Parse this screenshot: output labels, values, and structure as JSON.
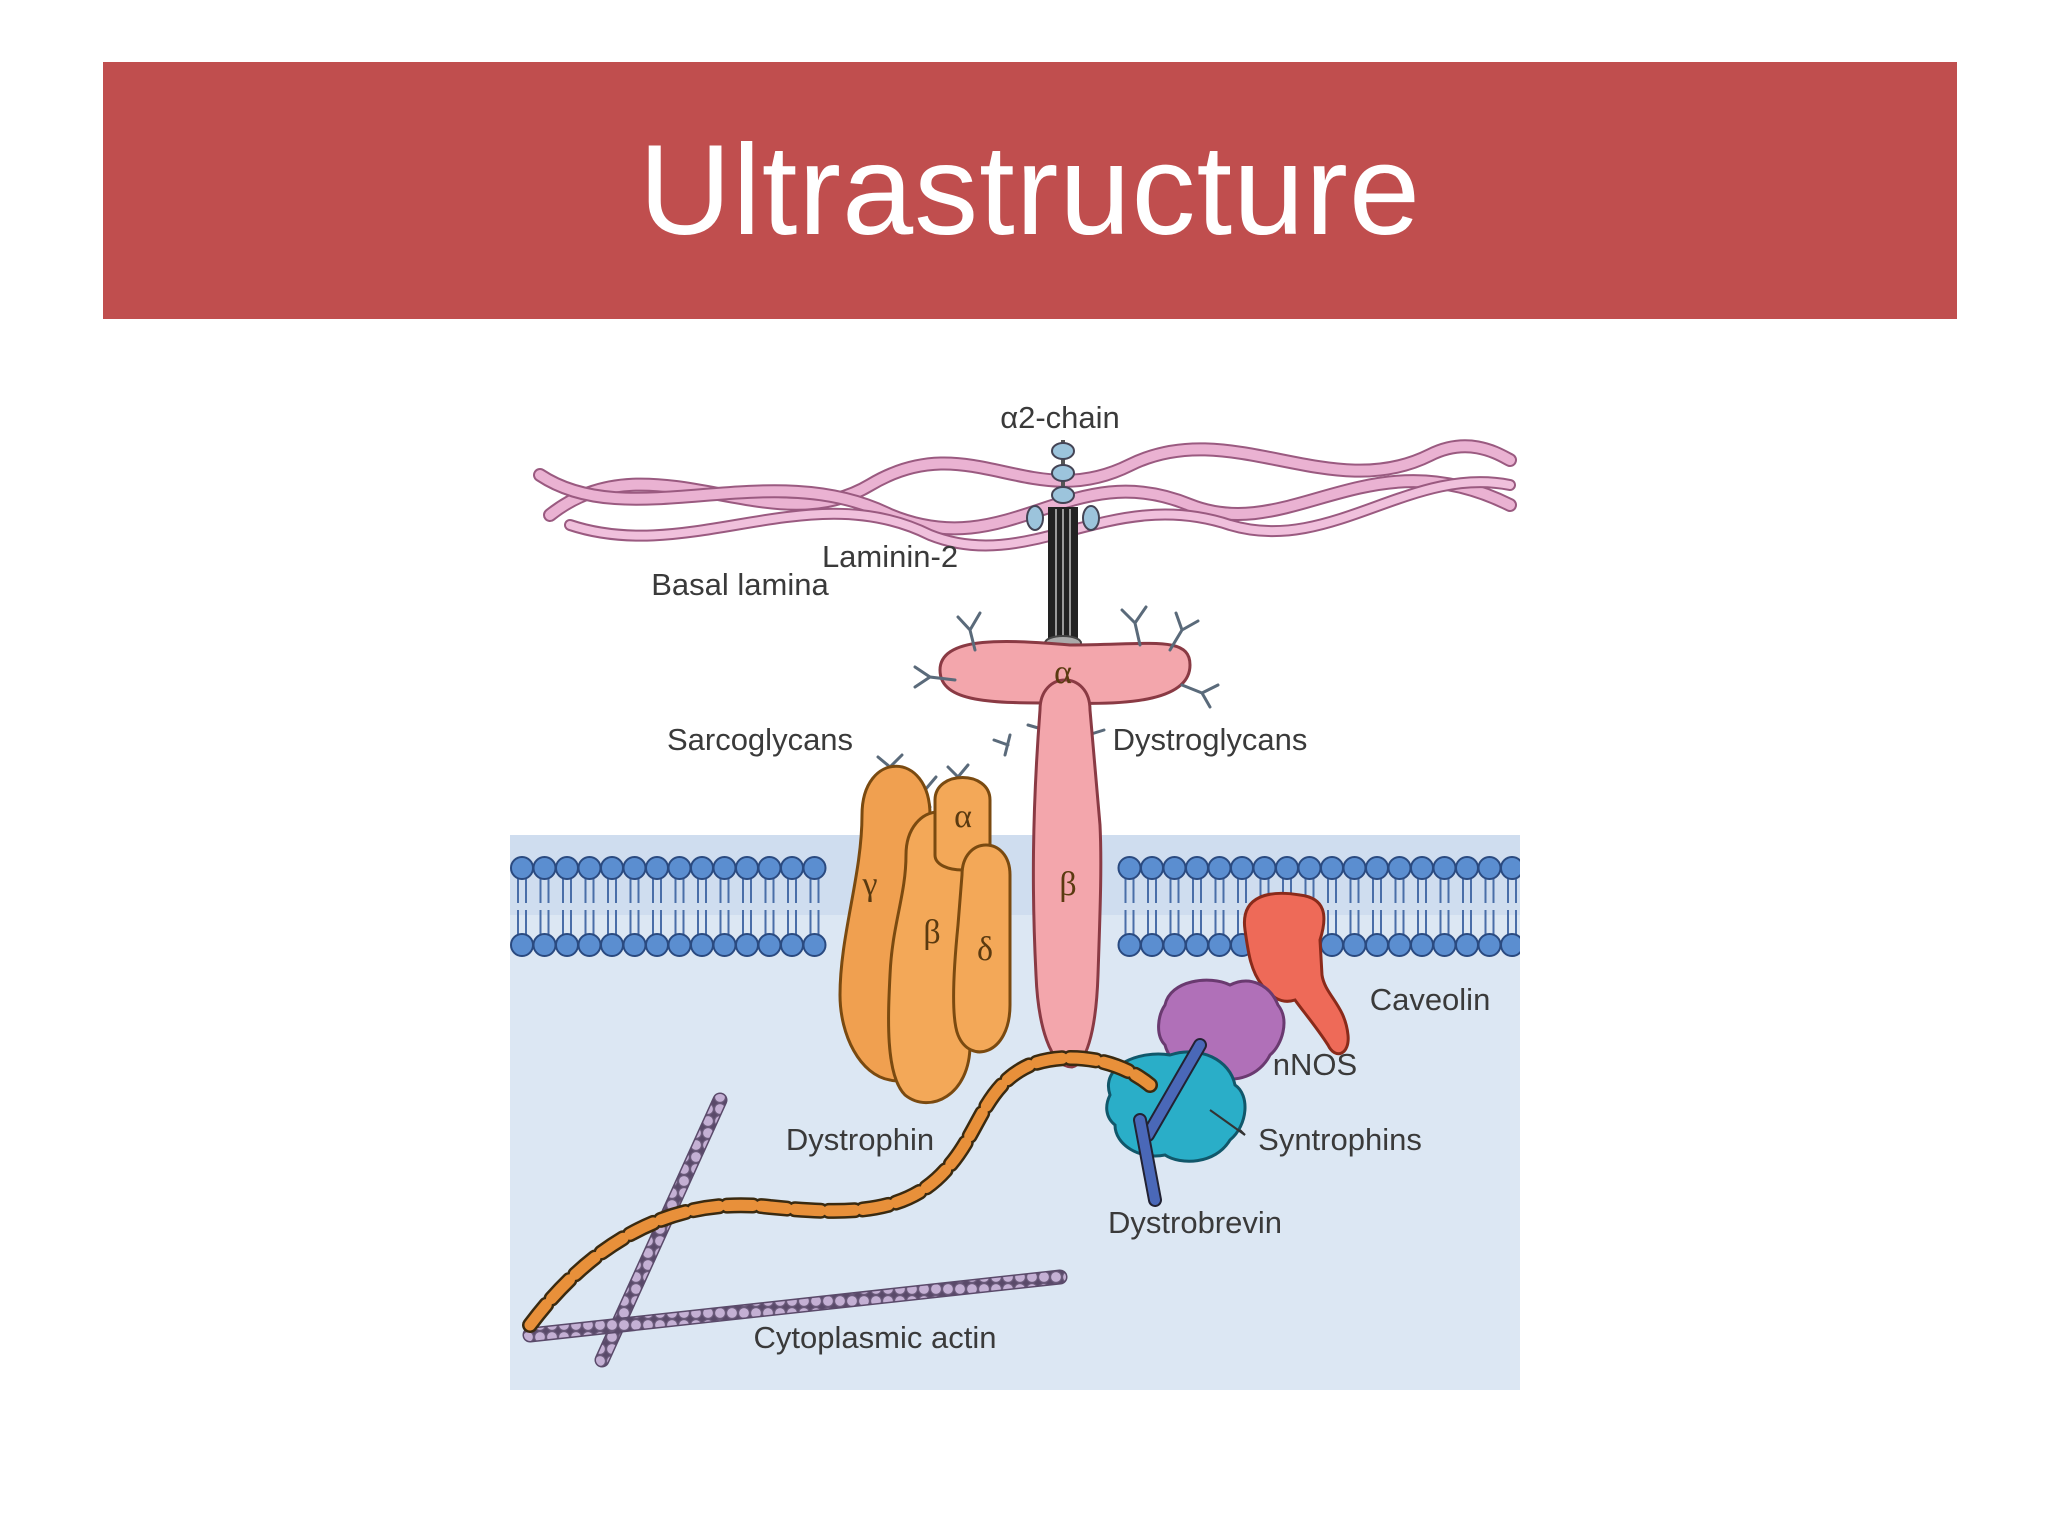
{
  "slide": {
    "title": "Ultrastructure"
  },
  "diagram": {
    "labels": {
      "alpha2_chain": "α2-chain",
      "laminin2": "Laminin-2",
      "basal_lamina": "Basal lamina",
      "sarcoglycans": "Sarcoglycans",
      "dystroglycans": "Dystroglycans",
      "caveolin": "Caveolin",
      "nnos": "nNOS",
      "syntrophins": "Syntrophins",
      "dystrophin": "Dystrophin",
      "dystrobrevin": "Dystrobrevin",
      "cytoplasmic_actin": "Cytoplasmic actin"
    },
    "subunits": {
      "dystroglycan_alpha": "α",
      "dystroglycan_beta": "β",
      "sarcoglycan_gamma": "γ",
      "sarcoglycan_beta": "β",
      "sarcoglycan_alpha": "α",
      "sarcoglycan_delta": "δ"
    },
    "colors": {
      "banner": "#c04e4e",
      "cytoplasm": "#dce7f3",
      "membrane_head": "#5b8ed0",
      "basal_lamina": "#e7a6cc",
      "dystroglycan": "#f3a6ac",
      "sarcoglycan": "#f0a050",
      "dystrophin": "#e8903a",
      "caveolin": "#ee6a58",
      "nnos": "#b070b8",
      "syntrophin": "#2aaec8",
      "dystrobrevin": "#4a68b8",
      "actin": "#b8a0c8"
    }
  }
}
